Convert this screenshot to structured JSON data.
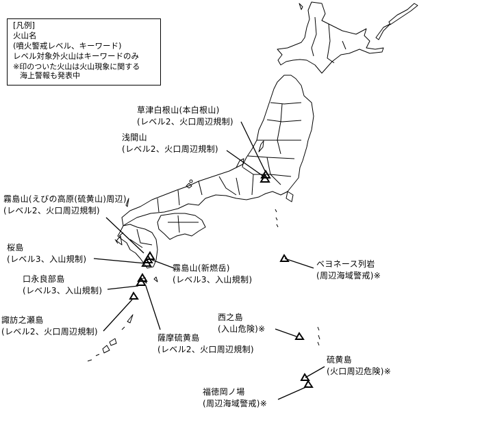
{
  "legend": {
    "title": "[凡例]",
    "line1": "火山名",
    "line2": "(噴火警戒レベル、キーワード)",
    "line3": "レベル対象外火山はキーワードのみ",
    "line4": "※印のついた火山は火山現象に関する",
    "line5": "海上警報も発表中"
  },
  "volcanoes": [
    {
      "name": "草津白根山(本白根山)",
      "status": "(レベル2、火口周辺規制)"
    },
    {
      "name": "浅間山",
      "status": "(レベル2、火口周辺規制)"
    },
    {
      "name": "霧島山(えびの高原(硫黄山)周辺)",
      "status": "(レベル2、火口周辺規制)"
    },
    {
      "name": "桜島",
      "status": "(レベル3、入山規制)"
    },
    {
      "name": "霧島山(新燃岳)",
      "status": "(レベル3、入山規制)"
    },
    {
      "name": "口永良部島",
      "status": "(レベル3、入山規制)"
    },
    {
      "name": "諏訪之瀬島",
      "status": "(レベル2、火口周辺規制)"
    },
    {
      "name": "薩摩硫黄島",
      "status": "(レベル2、火口周辺規制)"
    },
    {
      "name": "ベヨネース列岩",
      "status": "(周辺海域警戒)※"
    },
    {
      "name": "西之島",
      "status": "(入山危険)※"
    },
    {
      "name": "硫黄島",
      "status": "(火口周辺危険)※"
    },
    {
      "name": "福徳岡ノ場",
      "status": "(周辺海域警戒)※"
    }
  ],
  "colors": {
    "outline": "#000000",
    "background": "#ffffff"
  }
}
